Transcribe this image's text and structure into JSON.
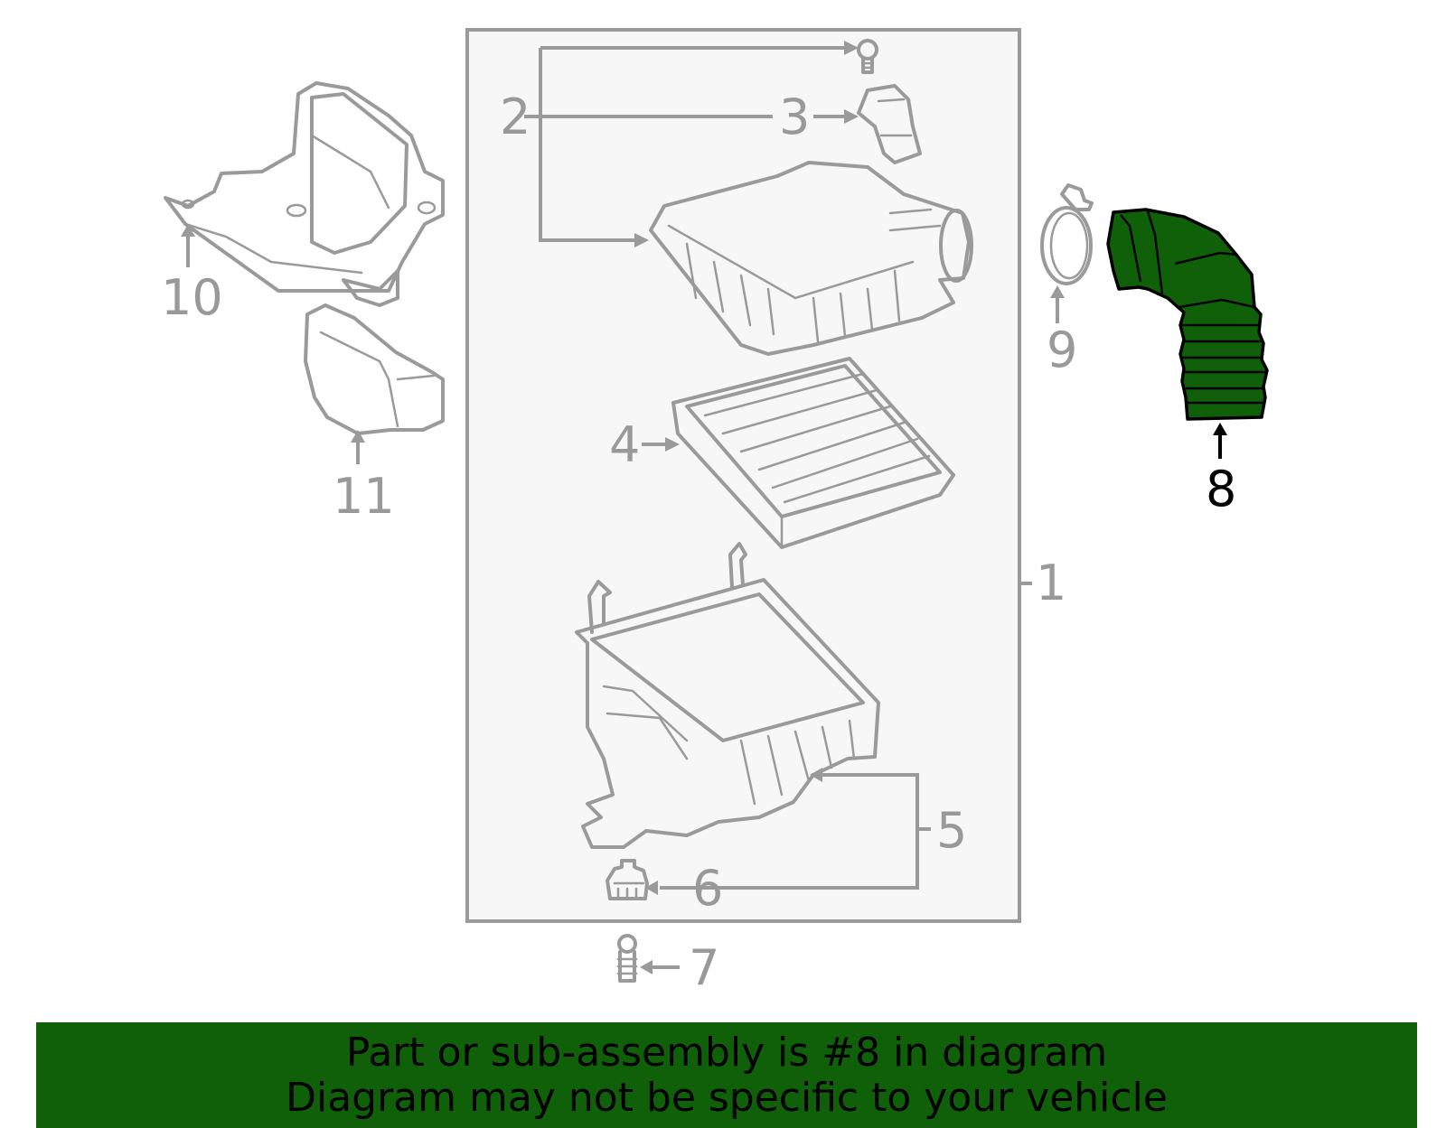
{
  "callouts": {
    "c1": "1",
    "c2": "2",
    "c3": "3",
    "c4": "4",
    "c5": "5",
    "c6": "6",
    "c7": "7",
    "c8": "8",
    "c9": "9",
    "c10": "10",
    "c11": "11"
  },
  "highlighted_part": "8",
  "colors": {
    "highlight_fill": "#0f6008",
    "part_outline": "#9a9a9a",
    "callout_text": "#999999",
    "box_fill": "#f7f7f7"
  },
  "banner": {
    "line1": "Part or sub-assembly is #8 in diagram",
    "line2": "Diagram may not be specific to your vehicle"
  }
}
